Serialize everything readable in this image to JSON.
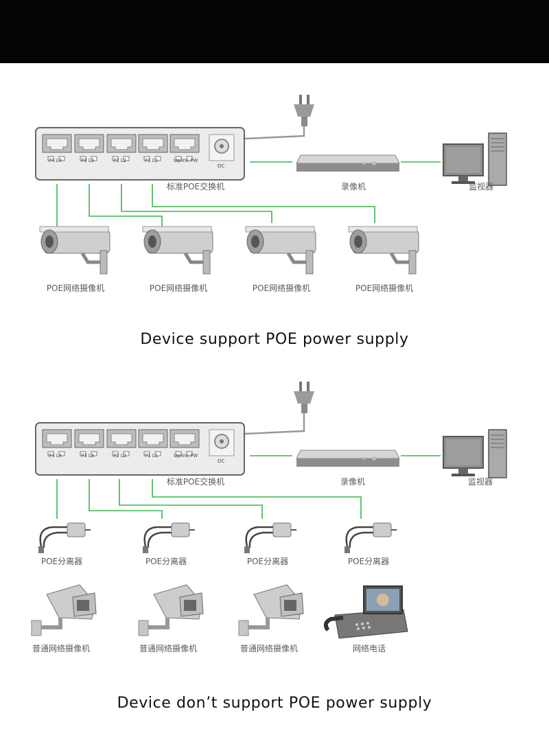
{
  "top": {
    "switch": {
      "ports": [
        "P4  L4",
        "P3  L3",
        "P2  L2",
        "P1  L1",
        "Uplink PW"
      ],
      "dc_label": "DC",
      "label": "标准POE交换机"
    },
    "nvr_label": "录像机",
    "monitor_label": "监视器",
    "devices": [
      "POE网络摄像机",
      "POE网络摄像机",
      "POE网络摄像机",
      "POE网络摄像机"
    ],
    "caption": "Device support POE power supply"
  },
  "bottom": {
    "switch": {
      "ports": [
        "P4  L4",
        "P3  L3",
        "P2  L2",
        "P1  L1",
        "Uplink PW"
      ],
      "dc_label": "DC",
      "label": "标准POE交换机"
    },
    "nvr_label": "录像机",
    "monitor_label": "监视器",
    "splitters": [
      "POE分离器",
      "POE分离器",
      "POE分离器",
      "POE分离器"
    ],
    "devices": [
      "普通网络摄像机",
      "普通网络摄像机",
      "普通网络摄像机",
      "网络电话"
    ],
    "caption": "Device don’t support POE power supply"
  },
  "colors": {
    "cable": "#39b54a",
    "switch_body": "#e8e8e8",
    "topbar": "#050505"
  }
}
